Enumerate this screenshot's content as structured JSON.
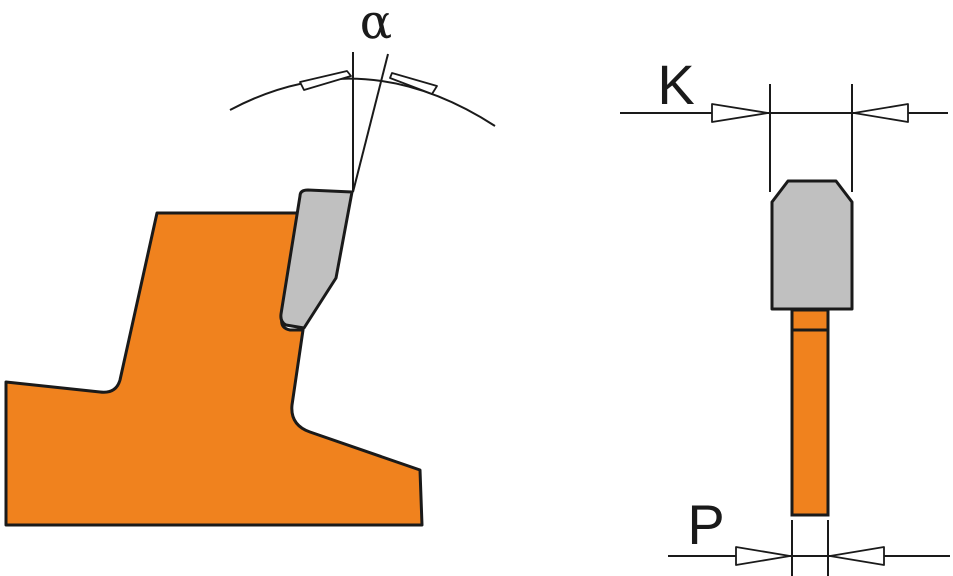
{
  "labels": {
    "hook_angle": "α",
    "kerf_width": "K",
    "plate_thickness": "P"
  },
  "colors": {
    "blade_body": "#f0821e",
    "carbide_tip": "#c0c0c0",
    "outline": "#1a1a1a",
    "background": "#ffffff"
  }
}
